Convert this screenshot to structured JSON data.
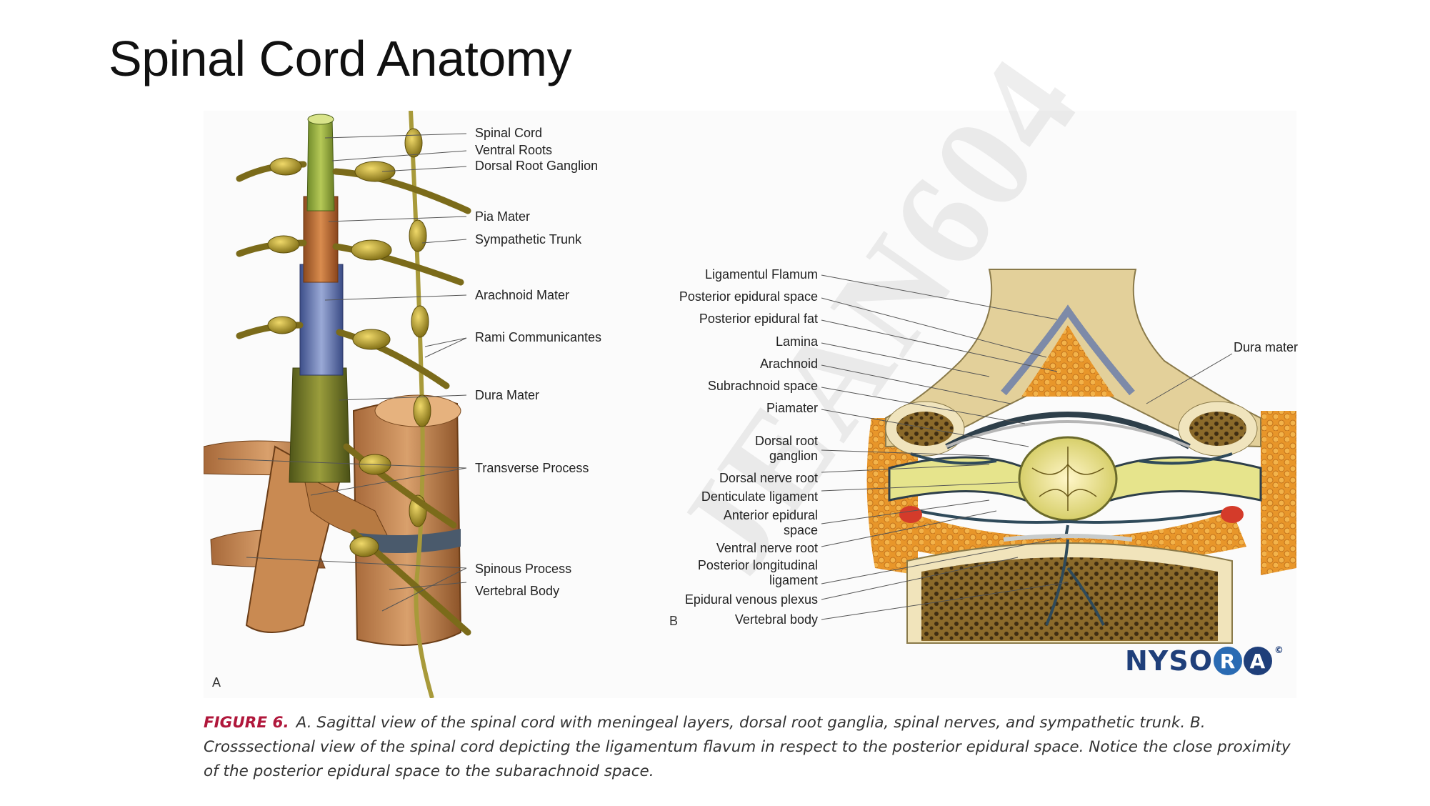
{
  "slide": {
    "title": "Spinal Cord Anatomy"
  },
  "figure": {
    "panel_a": {
      "letter": "A",
      "labels": [
        "Spinal Cord",
        "Ventral Roots",
        "Dorsal Root Ganglion",
        "Pia Mater",
        "Sympathetic Trunk",
        "Arachnoid Mater",
        "Rami Communicantes",
        "Dura Mater",
        "Transverse Process",
        "Spinous Process",
        "Vertebral Body"
      ]
    },
    "panel_b": {
      "letter": "B",
      "left_labels": [
        "Ligamentul Flamum",
        "Posterior epidural space",
        "Posterior epidural fat",
        "Lamina",
        "Arachnoid",
        "Subrachnoid space",
        "Piamater",
        "Dorsal root\nganglion",
        "Dorsal nerve root",
        "Denticulate ligament",
        "Anterior epidural\nspace",
        "Ventral nerve root",
        "Posterior longitudinal\nligament",
        "Epidural venous plexus",
        "Vertebral body"
      ],
      "right_labels": [
        "Dura mater"
      ]
    },
    "watermark": "JEAN604",
    "logo": {
      "pre": "NYSO",
      "ring1": "R",
      "ring2": "A",
      "mark": "©"
    }
  },
  "caption": {
    "label": "FIGURE 6.",
    "text": "A. Sagittal view of the spinal cord with meningeal layers, dorsal root ganglia, spinal nerves, and sympathetic trunk. B. Crosssectional view of the spinal cord depicting the ligamentum flavum in respect to the posterior epidural space. Notice the close proximity of the posterior epidural space to the subarachnoid space."
  }
}
